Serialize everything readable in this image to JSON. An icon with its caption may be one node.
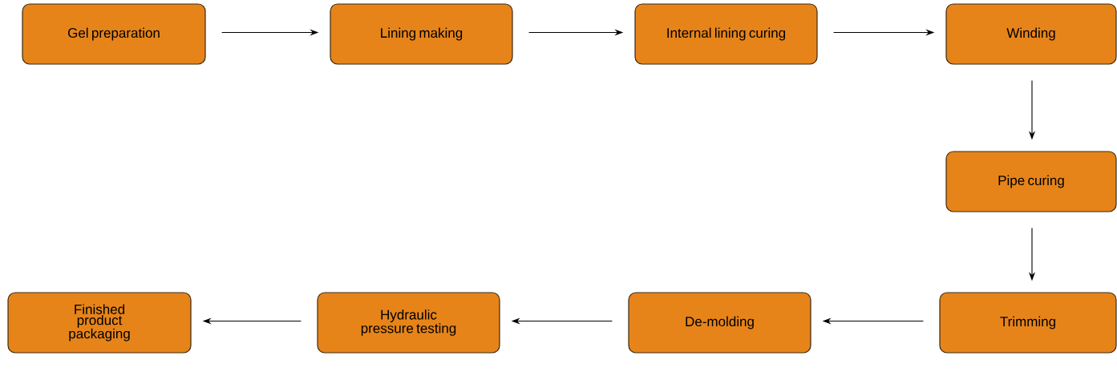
{
  "diagram": {
    "nodes": [
      {
        "text": [
          "Gel preparation"
        ]
      },
      {
        "text": [
          "Lining making"
        ]
      },
      {
        "text": [
          "Internal lining curing"
        ]
      },
      {
        "text": [
          "Winding"
        ]
      },
      {
        "text": [
          "Pipe curing"
        ]
      },
      {
        "text": [
          "Trimming"
        ]
      },
      {
        "text": [
          "De-molding"
        ]
      },
      {
        "text": [
          "Hydraulic pressure testing"
        ]
      },
      {
        "text": [
          "Finished product packaging"
        ]
      }
    ],
    "edges": [
      {
        "from": 0,
        "to": 1,
        "arrow": "to"
      },
      {
        "from": 1,
        "to": 2,
        "arrow": "to"
      },
      {
        "from": 2,
        "to": 3,
        "arrow": "to"
      },
      {
        "from": 3,
        "to": 4,
        "arrow": "to"
      },
      {
        "from": 4,
        "to": 5,
        "arrow": "to"
      },
      {
        "from": 5,
        "to": 6,
        "arrow": "to"
      },
      {
        "from": 6,
        "to": 7,
        "arrow": "to"
      },
      {
        "from": 7,
        "to": 8,
        "arrow": "to"
      }
    ]
  }
}
